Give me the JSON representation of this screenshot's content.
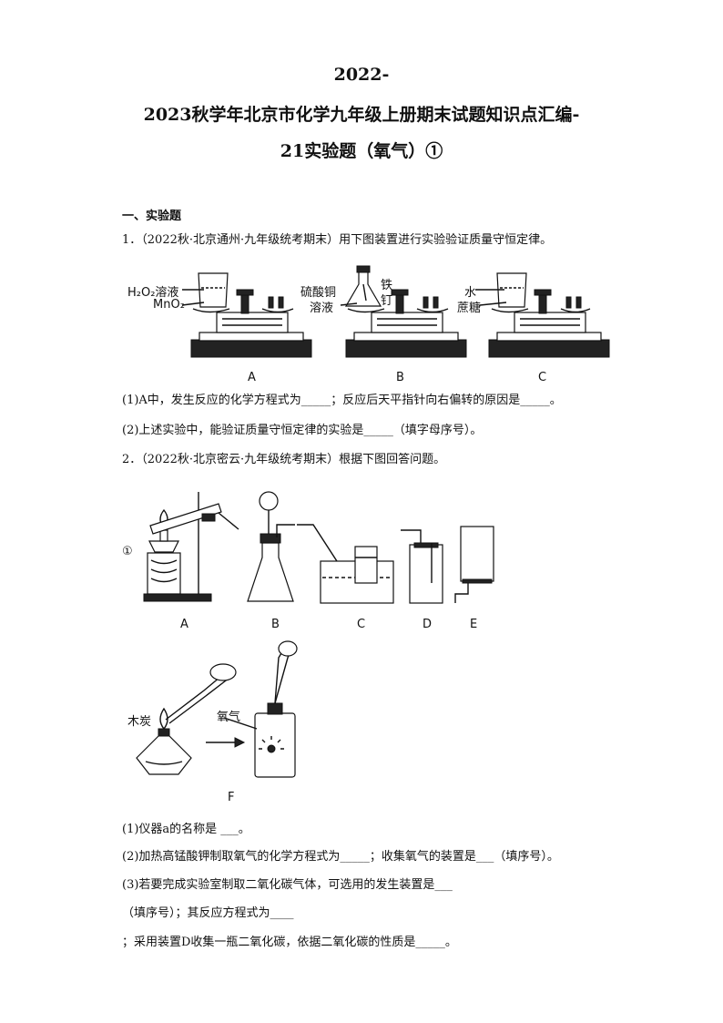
{
  "doc": {
    "title_line1": "2022-",
    "title_line2": "2023秋学年北京市化学九年级上册期末试题知识点汇编-",
    "title_line3": "21实验题（氧气）①",
    "section": "一、实验题",
    "q1": {
      "stem": "1．（2022秋·北京通州·九年级统考期末）用下图装置进行实验验证质量守恒定律。",
      "fig_labels": {
        "A_left": [
          "H₂O₂溶液",
          "MnO₂"
        ],
        "B_left": [
          "硫酸铜",
          "溶液"
        ],
        "B_right": [
          "铁",
          "钉"
        ],
        "C_left": [
          "水",
          "蔗糖"
        ],
        "captions": [
          "A",
          "B",
          "C"
        ]
      },
      "sub1": "(1)A中，发生反应的化学方程式为_____；反应后天平指针向右偏转的原因是_____。",
      "sub2": "(2)上述实验中，能验证质量守恒定律的实验是_____（填字母序号）。"
    },
    "q2": {
      "stem": "2．（2022秋·北京密云·九年级统考期末）根据下图回答问题。",
      "fig_labels": {
        "marker": "①",
        "captions": [
          "A",
          "B",
          "C",
          "D",
          "E"
        ],
        "charcoal": "木炭",
        "oxygen": "氧气",
        "caption_F": "F"
      },
      "sub1": "(1)仪器a的名称是 ___。",
      "sub2": "(2)加热高锰酸钾制取氧气的化学方程式为_____；收集氧气的装置是___（填序号）。",
      "sub3_a": "(3)若要完成实验室制取二氧化碳气体，可选用的发生装置是___",
      "sub3_b": "（填序号）；其反应方程式为____",
      "sub3_c": "；采用装置D收集一瓶二氧化碳，依据二氧化碳的性质是_____。"
    }
  }
}
